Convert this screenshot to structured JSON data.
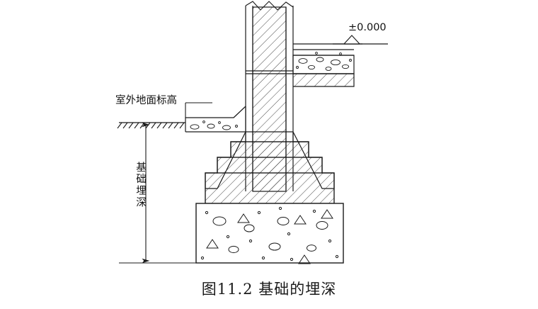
{
  "figure": {
    "caption": "图11.2  基础的埋深",
    "labels": {
      "outdoor_ground_elevation": "室外地面标高",
      "zero_elevation": "±0.000",
      "foundation_depth": "基础埋深"
    },
    "colors": {
      "line": "#1a1a1a",
      "hatch": "#333333",
      "background": "#ffffff"
    }
  },
  "drawing": {
    "type": "architectural-section",
    "elements": [
      {
        "name": "wall",
        "description": "vertical hatched masonry wall"
      },
      {
        "name": "stepped-footing",
        "description": "stepped foundation below wall"
      },
      {
        "name": "concrete-cushion",
        "description": "speckled concrete base pad"
      },
      {
        "name": "indoor-floor-slab",
        "description": "right side floor with gravel fill"
      },
      {
        "name": "outdoor-ground-line",
        "description": "left side ground line with earth hatch"
      },
      {
        "name": "depth-dimension",
        "description": "vertical dimension arrow for foundation depth"
      },
      {
        "name": "elevation-symbol",
        "description": "triangular level marker for ±0.000"
      }
    ]
  }
}
